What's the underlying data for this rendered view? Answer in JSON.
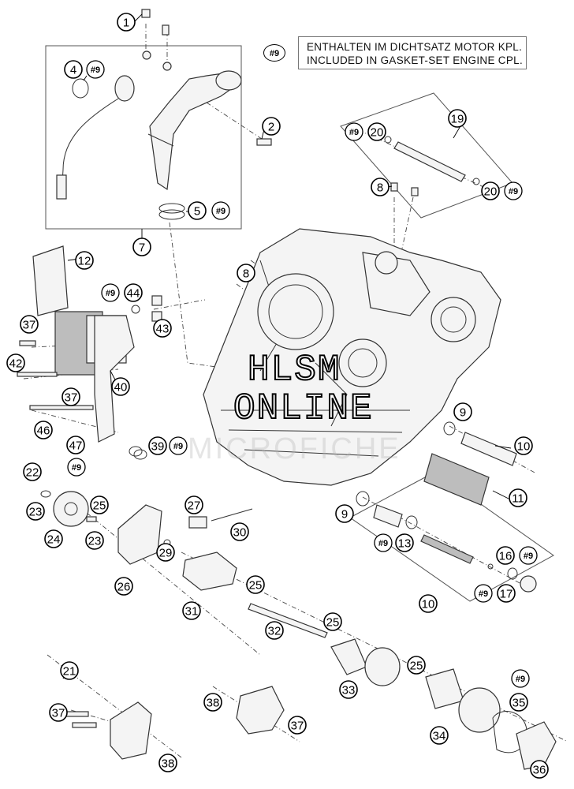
{
  "legend": {
    "ref": "#9",
    "line1": "ENTHALTEN IM DICHTSATZ MOTOR KPL.",
    "line2": "INCLUDED IN GASKET-SET ENGINE CPL."
  },
  "watermark": {
    "line1": "HLSM",
    "line2": "ONLINE",
    "line3": "MICROFICHE"
  },
  "callouts": [
    {
      "id": "c1",
      "label": "1"
    },
    {
      "id": "c2",
      "label": "2"
    },
    {
      "id": "c4",
      "label": "4"
    },
    {
      "id": "c5",
      "label": "5"
    },
    {
      "id": "c7",
      "label": "7"
    },
    {
      "id": "c8a",
      "label": "8"
    },
    {
      "id": "c8b",
      "label": "8"
    },
    {
      "id": "c9a",
      "label": "9"
    },
    {
      "id": "c9b",
      "label": "9"
    },
    {
      "id": "c10a",
      "label": "10"
    },
    {
      "id": "c10b",
      "label": "10"
    },
    {
      "id": "c11",
      "label": "11"
    },
    {
      "id": "c12",
      "label": "12"
    },
    {
      "id": "c13",
      "label": "13"
    },
    {
      "id": "c16",
      "label": "16"
    },
    {
      "id": "c17",
      "label": "17"
    },
    {
      "id": "c19",
      "label": "19"
    },
    {
      "id": "c20a",
      "label": "20"
    },
    {
      "id": "c20b",
      "label": "20"
    },
    {
      "id": "c21",
      "label": "21"
    },
    {
      "id": "c22",
      "label": "22"
    },
    {
      "id": "c23a",
      "label": "23"
    },
    {
      "id": "c23b",
      "label": "23"
    },
    {
      "id": "c24",
      "label": "24"
    },
    {
      "id": "c25a",
      "label": "25"
    },
    {
      "id": "c25b",
      "label": "25"
    },
    {
      "id": "c25c",
      "label": "25"
    },
    {
      "id": "c25d",
      "label": "25"
    },
    {
      "id": "c26",
      "label": "26"
    },
    {
      "id": "c27",
      "label": "27"
    },
    {
      "id": "c29",
      "label": "29"
    },
    {
      "id": "c30",
      "label": "30"
    },
    {
      "id": "c31",
      "label": "31"
    },
    {
      "id": "c32",
      "label": "32"
    },
    {
      "id": "c33",
      "label": "33"
    },
    {
      "id": "c34",
      "label": "34"
    },
    {
      "id": "c35",
      "label": "35"
    },
    {
      "id": "c36",
      "label": "36"
    },
    {
      "id": "c37a",
      "label": "37"
    },
    {
      "id": "c37b",
      "label": "37"
    },
    {
      "id": "c37c",
      "label": "37"
    },
    {
      "id": "c37d",
      "label": "37"
    },
    {
      "id": "c38a",
      "label": "38"
    },
    {
      "id": "c38b",
      "label": "38"
    },
    {
      "id": "c39",
      "label": "39"
    },
    {
      "id": "c40",
      "label": "40"
    },
    {
      "id": "c42",
      "label": "42"
    },
    {
      "id": "c43",
      "label": "43"
    },
    {
      "id": "c44",
      "label": "44"
    },
    {
      "id": "c46",
      "label": "46"
    },
    {
      "id": "c47",
      "label": "47"
    }
  ],
  "refs": [
    {
      "id": "r1",
      "label": "#9"
    },
    {
      "id": "r2",
      "label": "#9"
    },
    {
      "id": "r3",
      "label": "#9"
    },
    {
      "id": "r4",
      "label": "#9"
    },
    {
      "id": "r5",
      "label": "#9"
    },
    {
      "id": "r6",
      "label": "#9"
    },
    {
      "id": "r7",
      "label": "#9"
    },
    {
      "id": "r8",
      "label": "#9"
    },
    {
      "id": "r9",
      "label": "#9"
    },
    {
      "id": "r10",
      "label": "#9"
    },
    {
      "id": "r11",
      "label": "#9"
    },
    {
      "id": "r12",
      "label": "#9"
    }
  ]
}
